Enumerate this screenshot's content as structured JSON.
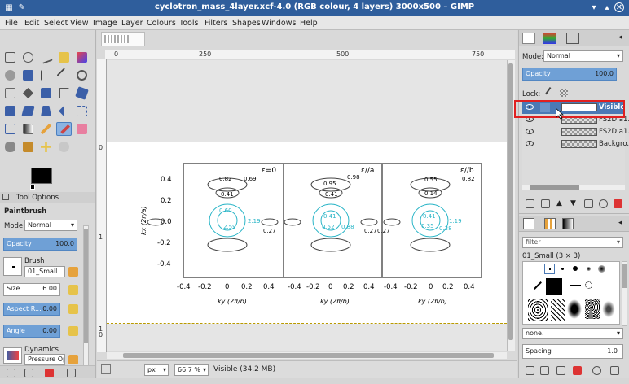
{
  "window": {
    "title": "cyclotron_mass_4layer.xcf-4.0 (RGB colour, 4 layers) 3000x500 – GIMP"
  },
  "menu": [
    "File",
    "Edit",
    "Select",
    "View",
    "Image",
    "Layer",
    "Colours",
    "Tools",
    "Filters",
    "Shapes",
    "Windows",
    "Help"
  ],
  "tool_options": {
    "tab_label": "Tool Options",
    "tool_name": "Paintbrush",
    "mode_label": "Mode:",
    "mode_value": "Normal",
    "opacity_label": "Opacity",
    "opacity_value": "100.0",
    "brush_label": "Brush",
    "brush_value": "01_Small",
    "size_label": "Size",
    "size_value": "6.00",
    "aspect_label": "Aspect R...",
    "aspect_value": "0.00",
    "angle_label": "Angle",
    "angle_value": "0.00",
    "dynamics_label": "Dynamics",
    "dynamics_value": "Pressure Op..."
  },
  "ruler": {
    "h_labels": [
      "0",
      "250",
      "500",
      "750"
    ],
    "v_labels": [
      "0",
      "1",
      "1",
      "0"
    ]
  },
  "status": {
    "unit": "px",
    "zoom": "66.7 %",
    "message": "Visible (34.2 MB)"
  },
  "layers_panel": {
    "mode_label": "Mode:",
    "mode_value": "Normal",
    "opacity_label": "Opacity",
    "opacity_value": "100.0",
    "lock_label": "Lock:",
    "layers": [
      {
        "name": "Visible",
        "selected": true,
        "visible": true
      },
      {
        "name": "FS2D.a1...",
        "selected": false,
        "visible": true
      },
      {
        "name": "FS2D.a1...",
        "selected": false,
        "visible": true
      },
      {
        "name": "Backgro...",
        "selected": false,
        "visible": true
      }
    ]
  },
  "brushes_panel": {
    "filter_placeholder": "filter",
    "brush_name": "01_Small (3 × 3)",
    "tag_value": "none.",
    "spacing_label": "Spacing",
    "spacing_value": "1.0"
  },
  "figure": {
    "panels": [
      {
        "label": "ε=0",
        "numbers": [
          "0.82",
          "0.69",
          "0.41",
          "0.27",
          "0.60",
          "2.19",
          "2.59"
        ]
      },
      {
        "label": "ε//a",
        "numbers": [
          "0.98",
          "0.95",
          "0.41",
          "0.27",
          "0.41",
          "0.52",
          "0.88"
        ]
      },
      {
        "label": "ε//b",
        "numbers": [
          "0.82",
          "0.55",
          "0.14",
          "0.27",
          "0.41",
          "1.19",
          "0.35",
          "0.38"
        ]
      }
    ],
    "y_ticks": [
      "0.4",
      "0.2",
      "0.0",
      "-0.2",
      "-0.4"
    ],
    "x_ticks": [
      "-0.4",
      "-0.2",
      "0",
      "0.2",
      "0.4"
    ],
    "y_axis_label": "kx (2π/a)",
    "x_axis_label": "ky (2π/b)"
  },
  "colors": {
    "accent": "#6fa0d6",
    "selection": "#e02020",
    "titlebar": "#2f5e9c"
  }
}
